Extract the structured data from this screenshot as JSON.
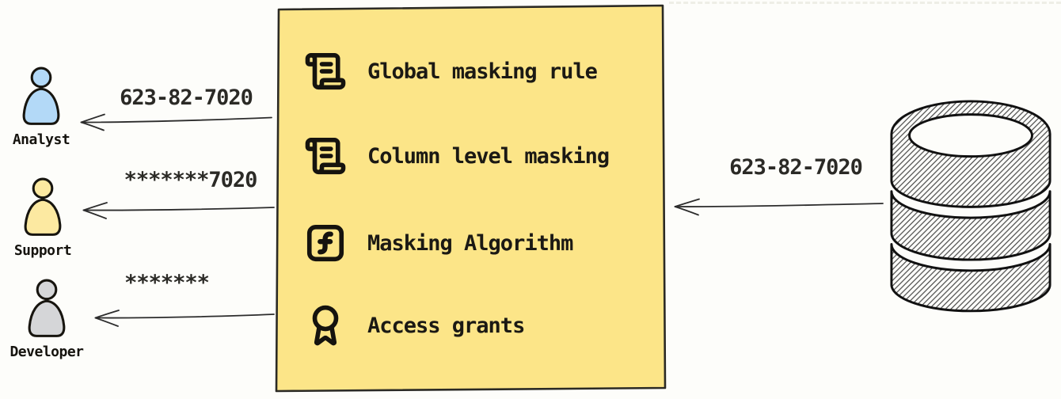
{
  "canvas": {
    "background": "#fdfdfa"
  },
  "consumers": [
    {
      "label": "Analyst",
      "received_value": "623-82-7020",
      "color": "#b3d9f7"
    },
    {
      "label": "Support",
      "received_value": "*******7020",
      "color": "#fce9a1"
    },
    {
      "label": "Developer",
      "received_value": "*******",
      "color": "#d5d6d8"
    }
  ],
  "masking_box": {
    "background": "#fce588",
    "border_color": "#2b2a24",
    "items": [
      {
        "icon": "scroll-text-icon",
        "label": "Global masking rule"
      },
      {
        "icon": "scroll-text-icon",
        "label": "Column level masking"
      },
      {
        "icon": "function-square-icon",
        "label": "Masking Algorithm"
      },
      {
        "icon": "award-icon",
        "label": "Access grants"
      }
    ]
  },
  "source": {
    "icon": "database-icon",
    "outgoing_value": "623-82-7020"
  }
}
